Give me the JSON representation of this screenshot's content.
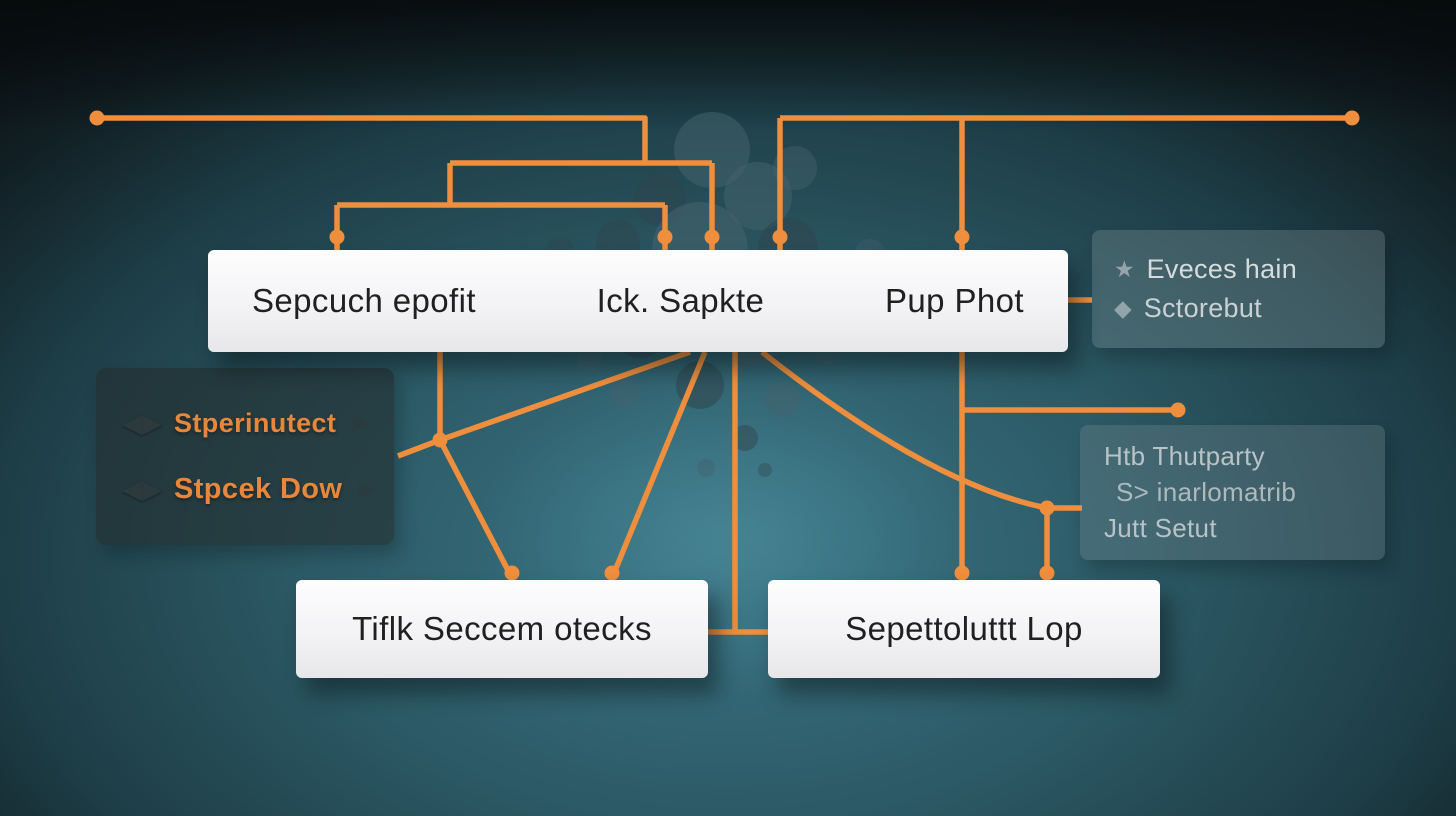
{
  "colors": {
    "accent_orange": "#EF8E3C",
    "background_teal": "#2C5A66",
    "node_background": "#F5F5F7",
    "node_text": "#202020",
    "panel_text_light": "#D6DCDE"
  },
  "nodes": {
    "top": {
      "items": [
        "Sepcuch epofit",
        "Ick. Sapkte",
        "Pup Phot"
      ]
    },
    "bottom_left": {
      "label": "Tiflk Seccem otecks"
    },
    "bottom_right": {
      "label": "Sepettoluttt Lop"
    }
  },
  "left_panel": {
    "items": [
      {
        "icon": "chevrons-icon",
        "icon_glyph": "◀▶",
        "label": "Stperinutect",
        "trail_icon": "arrow-icon",
        "trail_glyph": "▶"
      },
      {
        "icon": "chevrons-icon",
        "icon_glyph": "◀▶",
        "label": "Stpcek Dow",
        "trail_icon": "arrow-icon",
        "trail_glyph": "▶"
      }
    ]
  },
  "right_top_panel": {
    "items": [
      {
        "icon": "star-icon",
        "icon_glyph": "★",
        "label": "Eveces hain"
      },
      {
        "icon": "diamond-icon",
        "icon_glyph": "◆",
        "label": "Sctorebut"
      }
    ]
  },
  "right_mid_panel": {
    "items": [
      {
        "label": "Htb Thutparty"
      },
      {
        "label": "S> inarlomatrib"
      },
      {
        "label": "Jutt Setut"
      }
    ]
  }
}
